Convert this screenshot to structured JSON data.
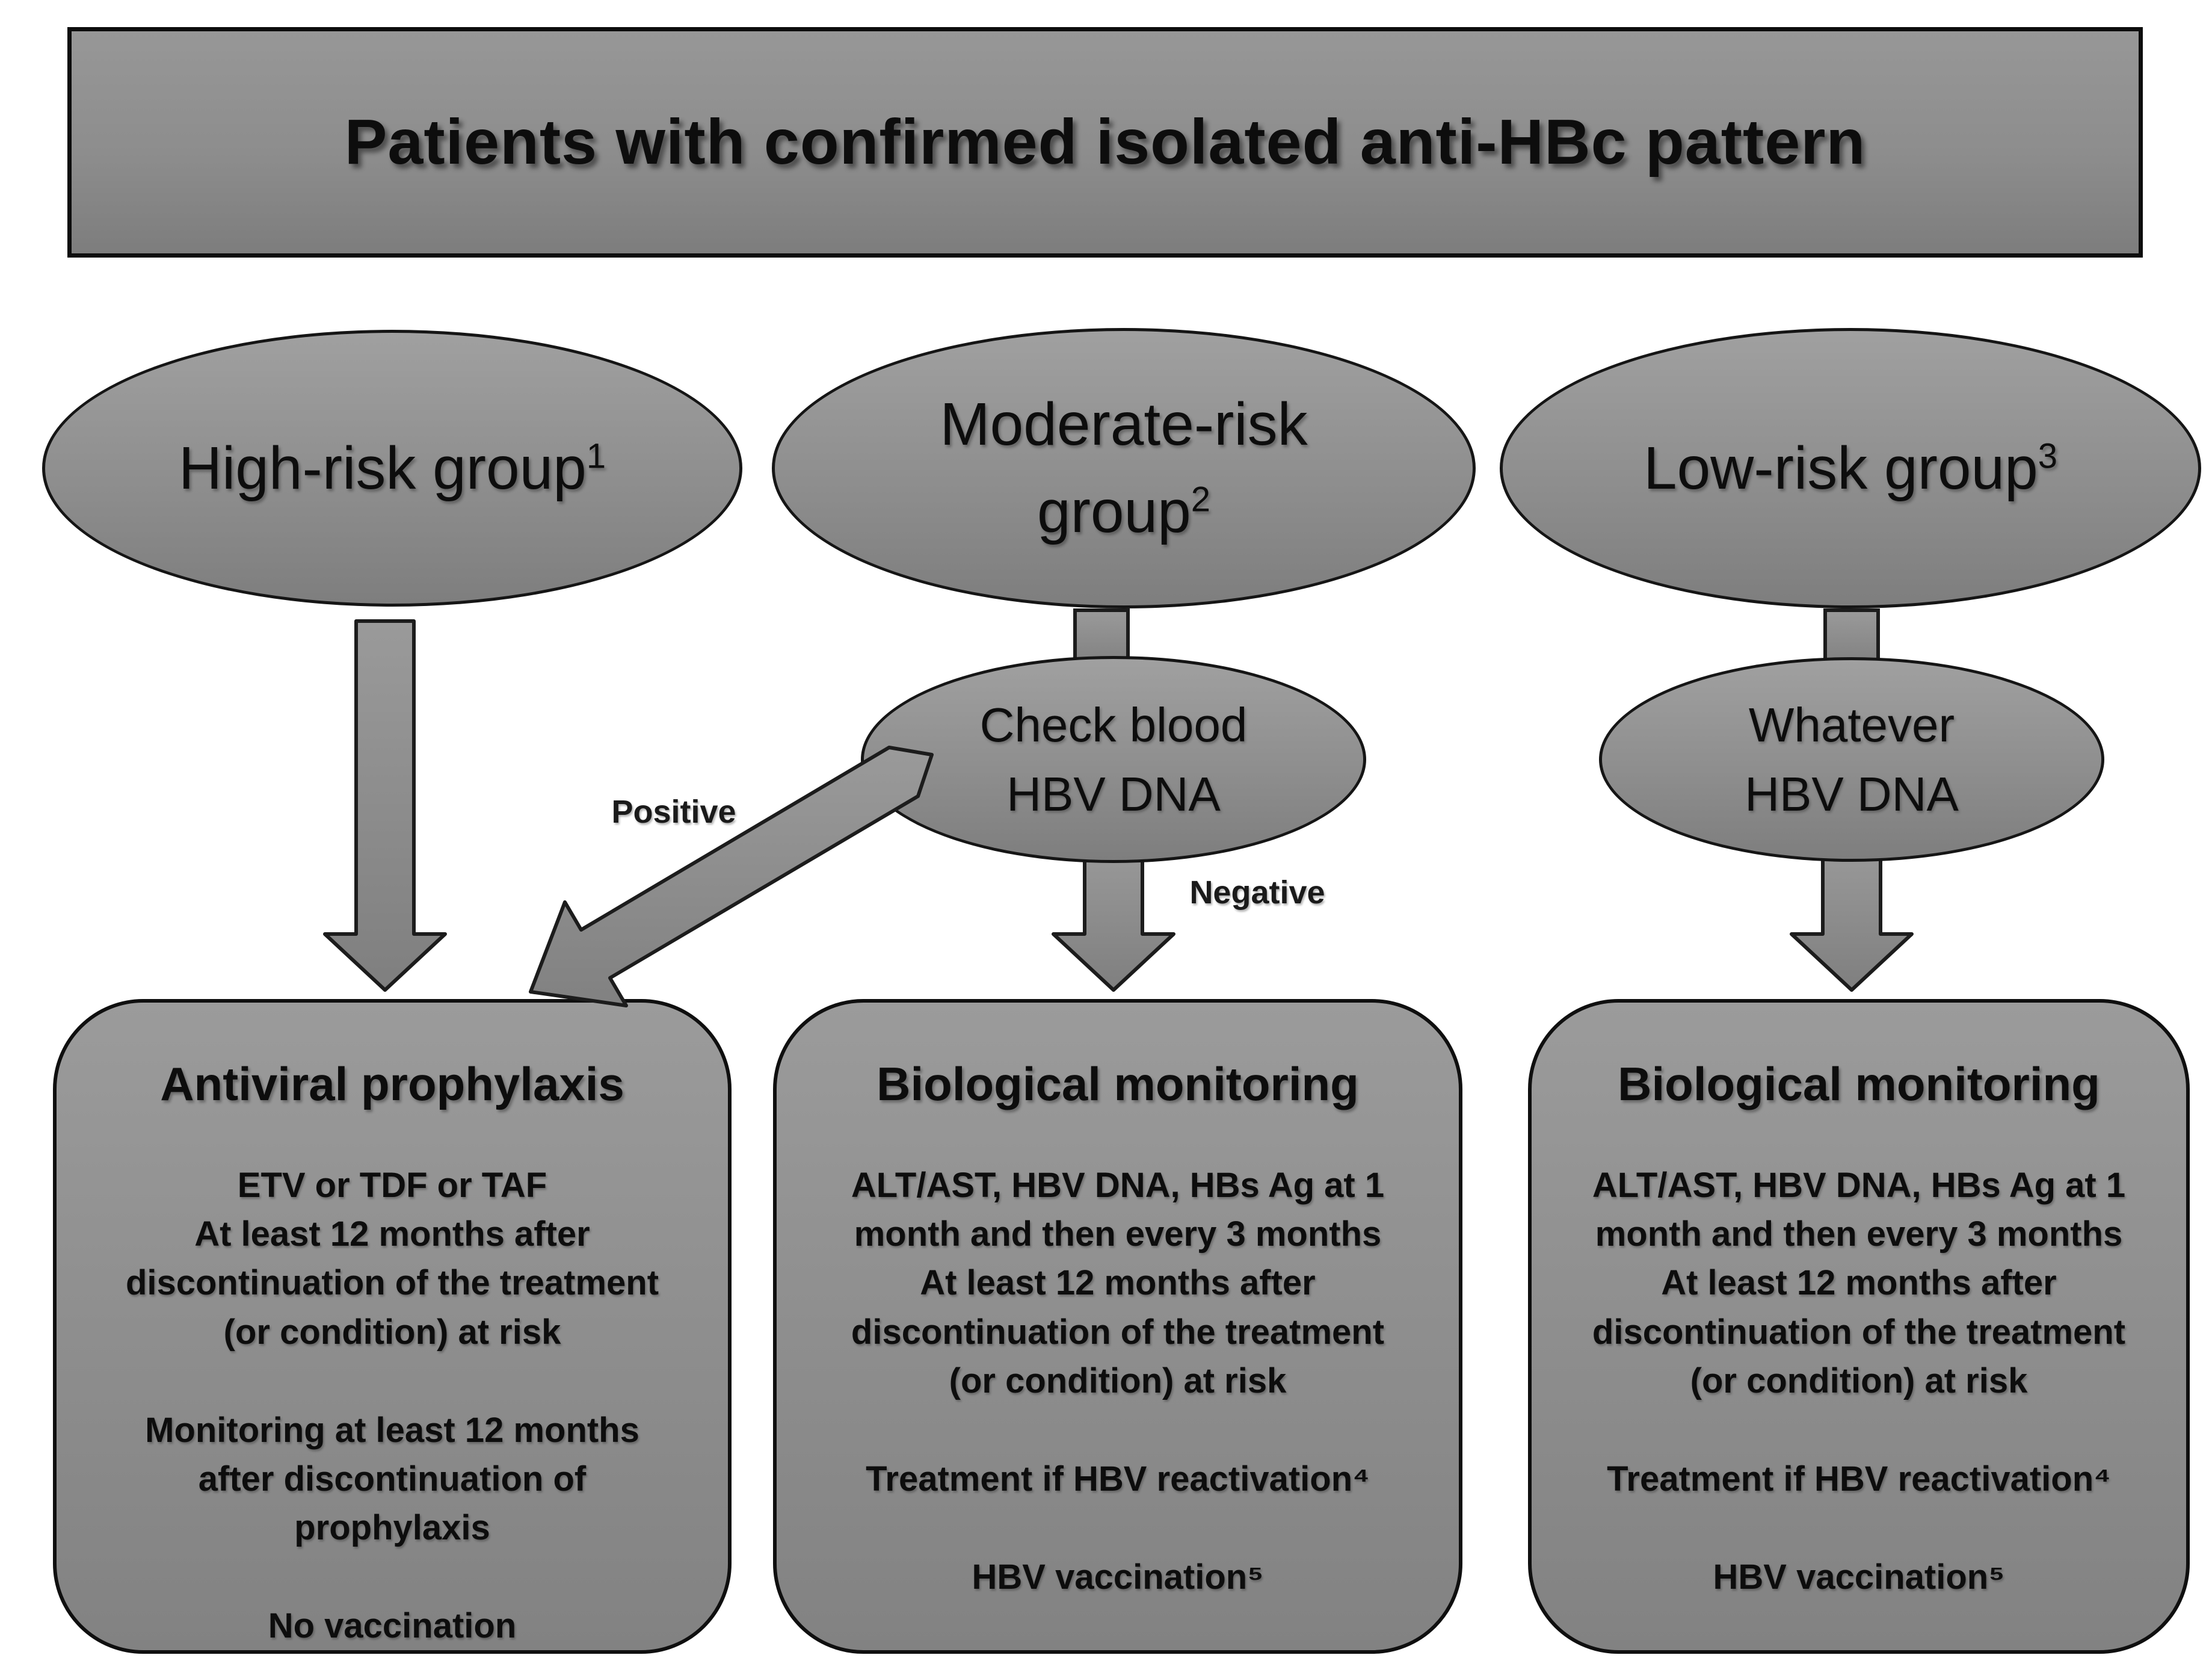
{
  "banner": {
    "title": "Patients with confirmed isolated anti-HBc pattern"
  },
  "risk_groups": [
    {
      "name": "High-risk group",
      "sup": "1"
    },
    {
      "name_line1": "Moderate-risk",
      "name_line2": "group",
      "sup": "2"
    },
    {
      "name": "Low-risk group",
      "sup": "3"
    }
  ],
  "tests": [
    {
      "line1": "Check blood",
      "line2": "HBV DNA"
    },
    {
      "line1": "Whatever",
      "line2": "HBV DNA"
    }
  ],
  "branch_labels": {
    "positive": "Positive",
    "negative": "Negative"
  },
  "outcomes": [
    {
      "title": "Antiviral prophylaxis",
      "paragraphs": [
        "ETV or TDF or TAF\nAt least 12 months after\ndiscontinuation of the treatment\n(or condition) at risk",
        "Monitoring at least 12 months\nafter discontinuation of\nprophylaxis",
        "No vaccination"
      ]
    },
    {
      "title": "Biological monitoring",
      "paragraphs": [
        "ALT/AST, HBV DNA, HBs Ag at 1\nmonth and then every 3 months\nAt least 12 months after\ndiscontinuation of the treatment\n(or condition) at risk",
        "Treatment if HBV reactivation⁴",
        "HBV vaccination⁵"
      ]
    },
    {
      "title": "Biological monitoring",
      "paragraphs": [
        "ALT/AST, HBV DNA, HBs Ag at 1\nmonth and then every 3 months\nAt least 12 months after\ndiscontinuation of the treatment\n(or condition) at risk",
        "Treatment if HBV reactivation⁴",
        "HBV vaccination⁵"
      ]
    }
  ],
  "colors": {
    "shape_fill_top": "#9b9b9b",
    "shape_fill_bottom": "#828282",
    "outline": "#0f0f0f",
    "text": "#0d0d0d"
  }
}
